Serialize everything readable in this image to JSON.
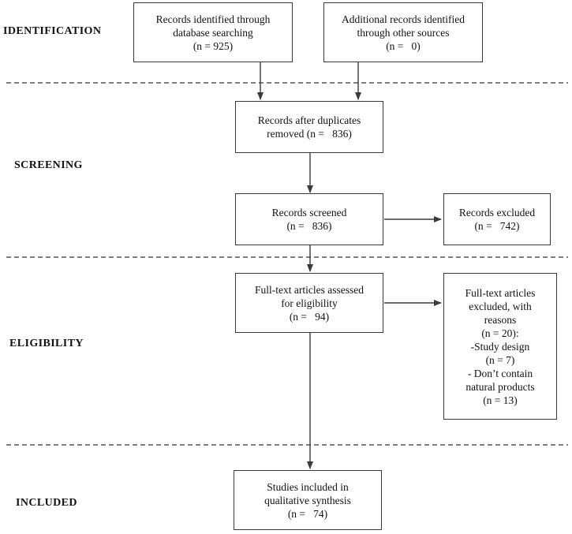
{
  "stages": {
    "identification": "IDENTIFICATION",
    "screening": "SCREENING",
    "eligibility": "ELIGIBILITY",
    "included": "INCLUDED"
  },
  "boxes": {
    "db_search": {
      "line1": "Records identified through",
      "line2": "database searching",
      "line3": "(n = 925)"
    },
    "other_sources": {
      "line1": "Additional records identified",
      "line2": "through other sources",
      "line3": "(n =   0)"
    },
    "after_duplicates": {
      "line1": "Records after duplicates",
      "line2": "removed (n =   836)"
    },
    "screened": {
      "line1": "Records screened",
      "line2": "(n =   836)"
    },
    "excluded": {
      "line1": "Records excluded",
      "line2": "(n =   742)"
    },
    "fulltext_assessed": {
      "line1": "Full-text articles assessed",
      "line2": "for eligibility",
      "line3": "(n =   94)"
    },
    "fulltext_excluded": {
      "line1": "Full-text articles",
      "line2": "excluded, with",
      "line3": "reasons",
      "line4": "(n = 20):",
      "line5": "-Study design",
      "line6": "(n = 7)",
      "line7": "- Don’t contain",
      "line8": "natural products",
      "line9": "(n = 13)"
    },
    "included_studies": {
      "line1": "Studies included in",
      "line2": "qualitative synthesis",
      "line3": "(n =   74)"
    }
  },
  "colors": {
    "line": "#3a3a3a",
    "dashed": "#555555"
  }
}
